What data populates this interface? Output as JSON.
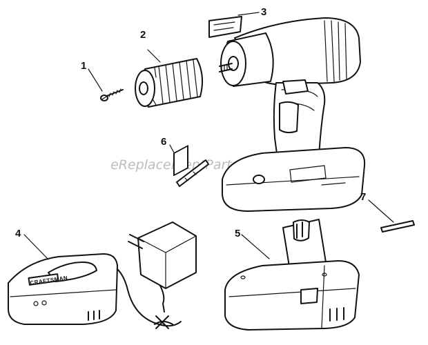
{
  "diagram": {
    "callouts": [
      "1",
      "2",
      "3",
      "4",
      "5",
      "6",
      "7"
    ],
    "brand_label": "CRAFTSMAN",
    "watermark": "eReplacementParts.com"
  },
  "colors": {
    "line": "#111111",
    "background": "#ffffff",
    "watermark": "#bcbcbc"
  }
}
